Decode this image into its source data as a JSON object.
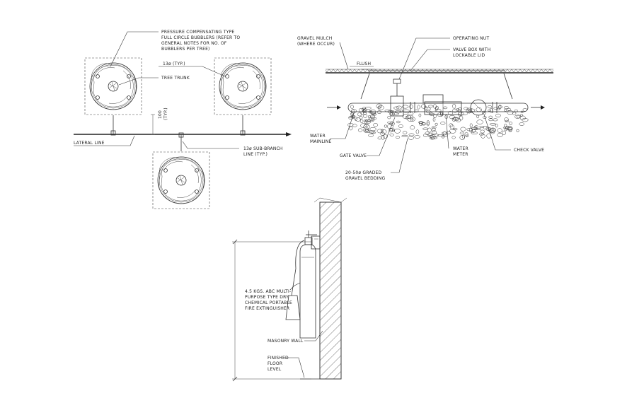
{
  "bubbler_detail": {
    "note_bubblers": [
      "PRESSURE COMPENSATING TYPE",
      "FULL CIRCLE BUBBLERS (REFER TO",
      "GENERAL NOTES FOR NO. OF",
      "BUBBLERS PER TREE)"
    ],
    "label_typ_pipe": "13ø (TYP.)",
    "label_tree_trunk": "TREE TRUNK",
    "label_dim": [
      "100",
      "(TYP.)"
    ],
    "label_lateral": "LATERAL LINE",
    "label_sub_branch": [
      "13ø SUB-BRANCH",
      "LINE (TYP.)"
    ]
  },
  "valve_detail": {
    "label_gravel": [
      "GRAVEL MULCH",
      "(WHERE OCCUR)"
    ],
    "label_flush": "FLUSH",
    "label_operating_nut": "OPERATING NUT",
    "label_valve_box": [
      "VALVE BOX WITH",
      "LOCKABLE LID"
    ],
    "label_water_mainline": [
      "WATER",
      "MAINLINE"
    ],
    "label_gate_valve": "GATE VALVE",
    "label_water_meter": [
      "WATER",
      "METER"
    ],
    "label_check_valve": "CHECK VALVE",
    "label_bedding": [
      "20-50ø GRADED",
      "GRAVEL BEDDING"
    ]
  },
  "extinguisher_detail": {
    "label_extinguisher": [
      "4.5 KGS. ABC MULTI-",
      "PURPOSE TYPE DRY",
      "CHEMICAL PORTABLE",
      "FIRE EXTINGUISHER"
    ],
    "label_wall": "MASONRY WALL",
    "label_floor": [
      "FINISHED",
      "FLOOR",
      "LEVEL"
    ]
  }
}
